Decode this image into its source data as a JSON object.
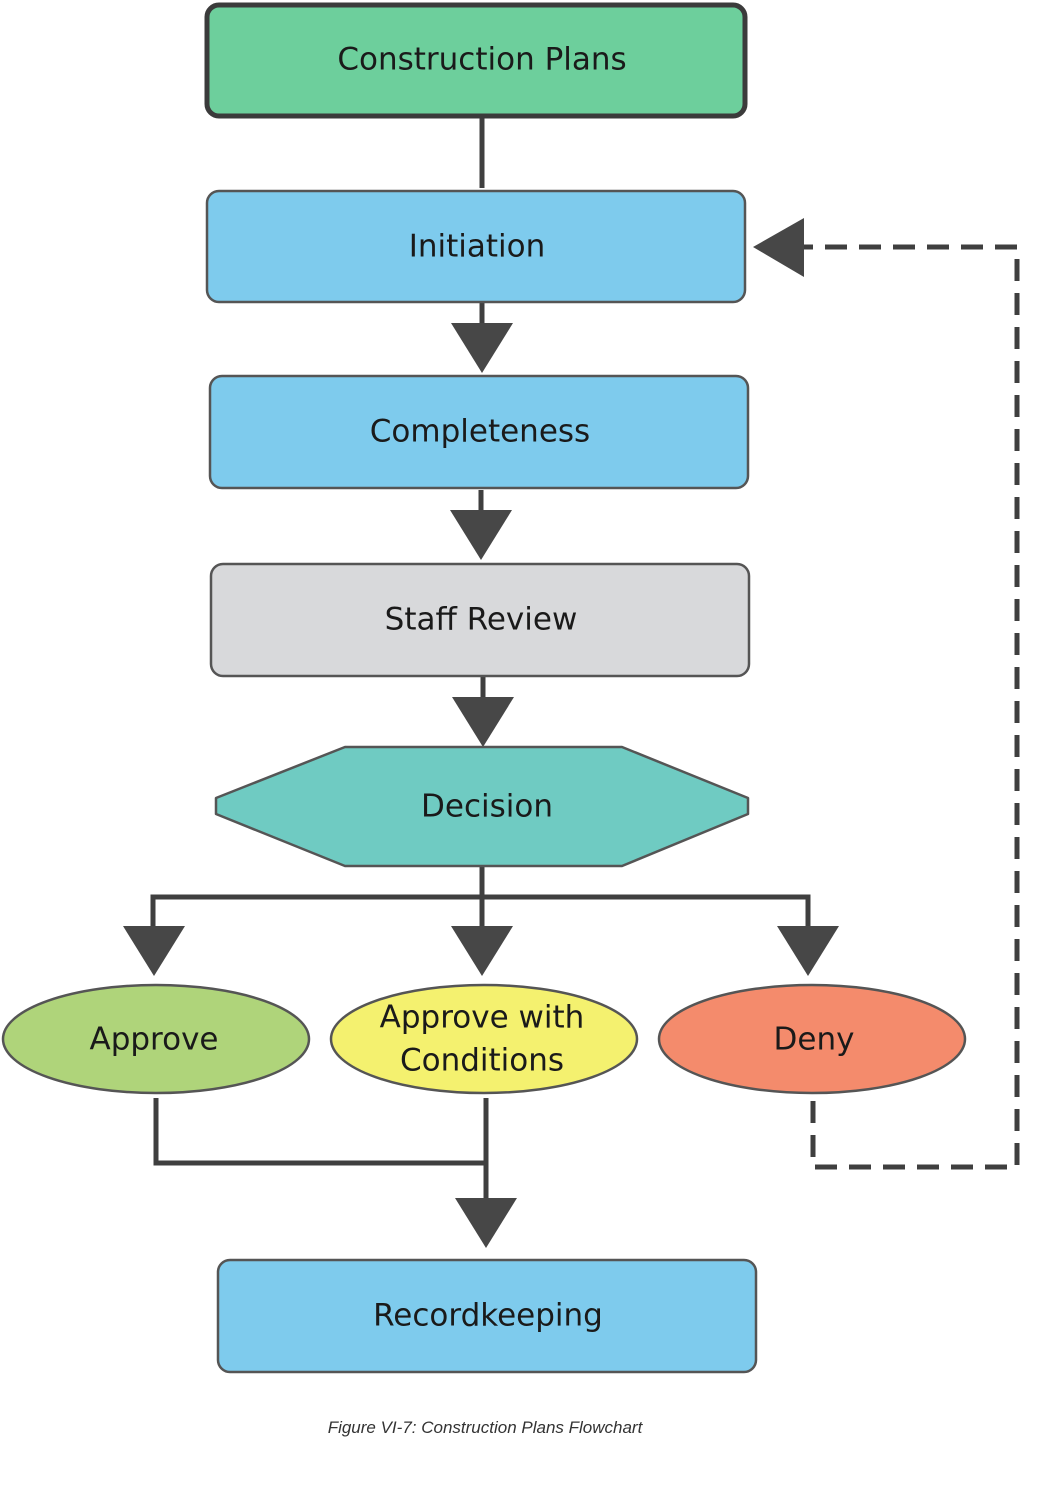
{
  "nodes": {
    "construction_plans": "Construction Plans",
    "initiation": "Initiation",
    "completeness": "Completeness",
    "staff_review": "Staff Review",
    "decision": "Decision",
    "approve": "Approve",
    "approve_with_conditions": [
      "Approve with",
      "Conditions"
    ],
    "deny": "Deny",
    "recordkeeping": "Recordkeeping"
  },
  "caption": "Figure VI-7: Construction Plans Flowchart",
  "colors": {
    "start": "#6dcf9c",
    "process": "#7ecbed",
    "review": "#d8d9db",
    "decision": "#6fcbc2",
    "approve": "#afd47a",
    "approve_with_conditions": "#f4f16f",
    "deny": "#f48b6c",
    "stroke": "#4d4d4d"
  }
}
